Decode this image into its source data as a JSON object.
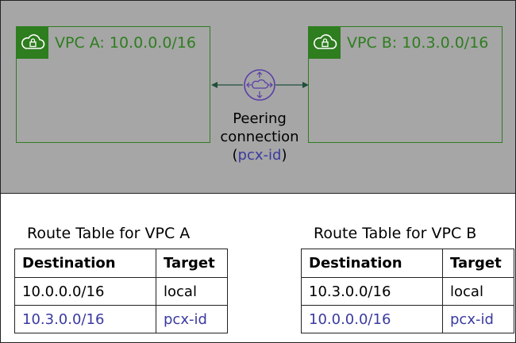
{
  "vpc_a": {
    "label": "VPC A: 10.0.0.0/16",
    "icon": "vpc-cloud-lock-icon"
  },
  "vpc_b": {
    "label": "VPC B: 10.3.0.0/16",
    "icon": "vpc-cloud-lock-icon"
  },
  "peering": {
    "line1": "Peering",
    "line2": "connection",
    "line3_open": "(",
    "line3_id": "pcx-id",
    "line3_close": ")",
    "icon": "peering-connection-icon"
  },
  "route_table_a": {
    "title": "Route Table for VPC A",
    "headers": [
      "Destination",
      "Target"
    ],
    "rows": [
      [
        "10.0.0.0/16",
        "local"
      ],
      [
        "10.3.0.0/16",
        "pcx-id"
      ]
    ]
  },
  "route_table_b": {
    "title": "Route Table for VPC B",
    "headers": [
      "Destination",
      "Target"
    ],
    "rows": [
      [
        "10.3.0.0/16",
        "local"
      ],
      [
        "10.0.0.0/16",
        "pcx-id"
      ]
    ]
  },
  "colors": {
    "vpc_green": "#2e7d1f",
    "peering_purple": "#5a3ea8",
    "highlight_text": "#3a3aa0",
    "top_background": "#a6a6a6"
  }
}
